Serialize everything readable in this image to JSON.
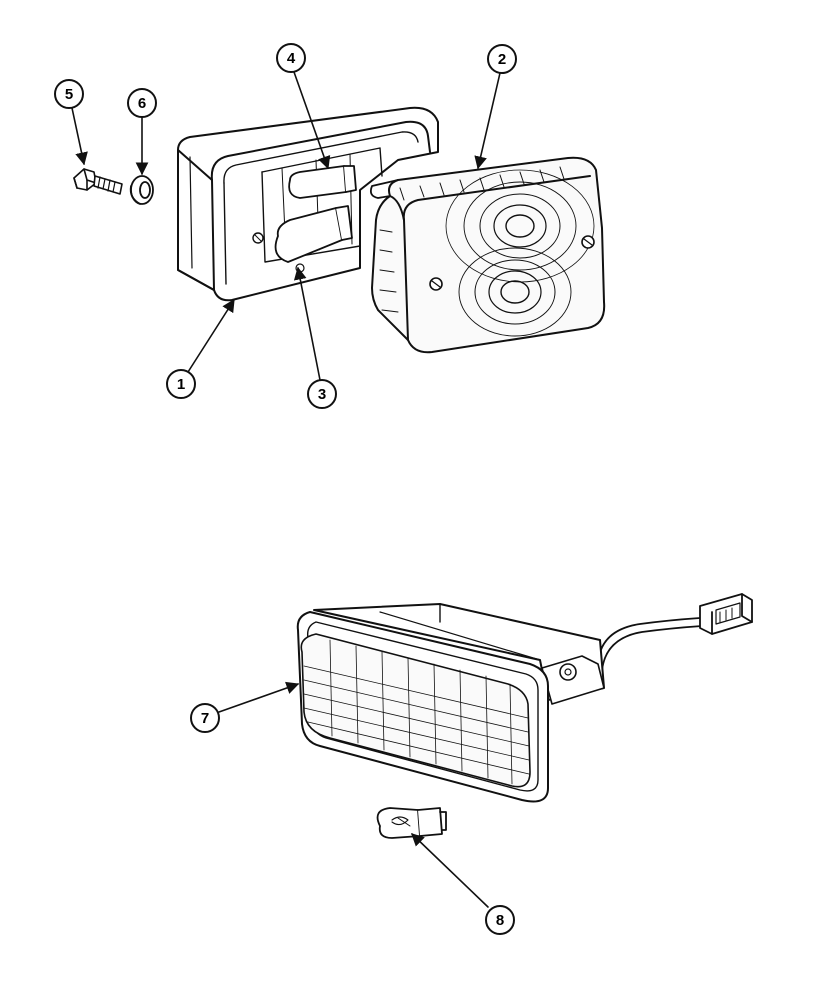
{
  "callouts": [
    {
      "number": "1",
      "part": "lamp-housing"
    },
    {
      "number": "2",
      "part": "lamp-lens"
    },
    {
      "number": "3",
      "part": "bulb-large"
    },
    {
      "number": "4",
      "part": "bulb-small"
    },
    {
      "number": "5",
      "part": "screw"
    },
    {
      "number": "6",
      "part": "washer"
    },
    {
      "number": "7",
      "part": "work-lamp-assembly"
    },
    {
      "number": "8",
      "part": "bayonet-bulb"
    }
  ],
  "colors": {
    "ink": "#111111",
    "paper": "#ffffff",
    "lens_fill": "#fafafa"
  }
}
